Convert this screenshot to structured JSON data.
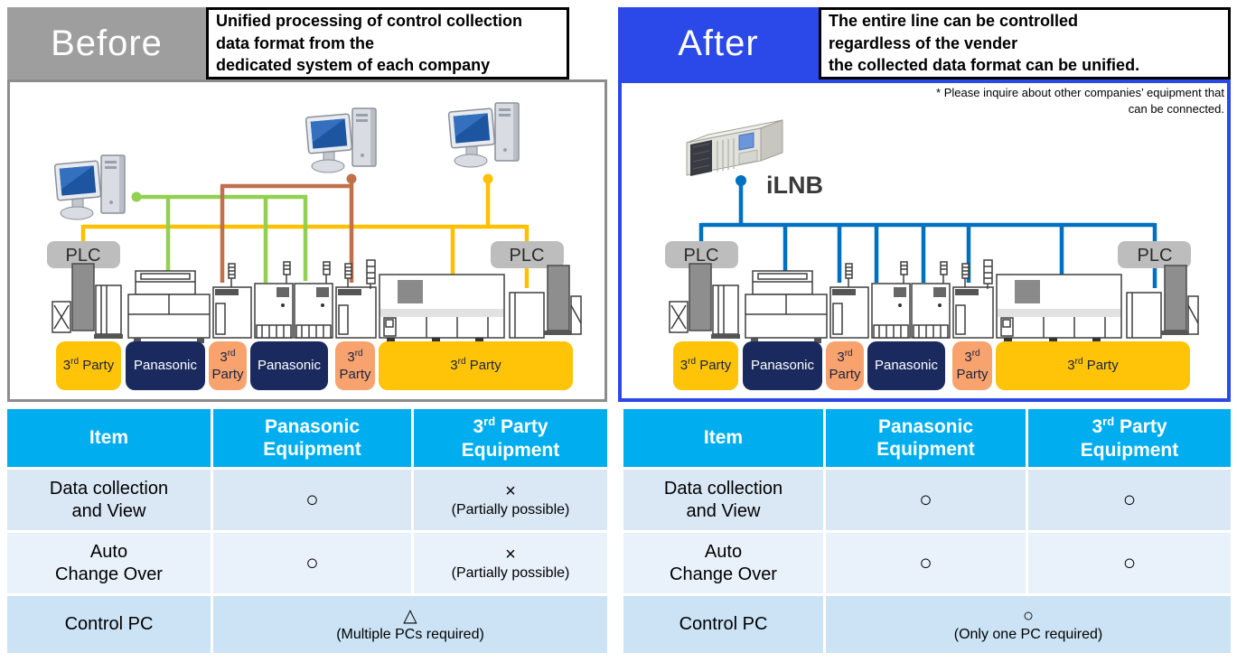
{
  "before": {
    "title": "Before",
    "headline_lines": [
      "Unified processing of control collection",
      "data format from the",
      " dedicated system of each company"
    ]
  },
  "after": {
    "title": "After",
    "headline_lines": [
      "The entire line can be controlled",
      "regardless of the vender",
      "the collected data format can be unified."
    ],
    "note_lines": [
      "* Please inquire about other companies’ equipment that",
      "can be connected."
    ],
    "device_label": "iLNB"
  },
  "diagram": {
    "plc_label": "PLC",
    "icons": [
      "desktop-computer-icon",
      "ilnb-server-icon",
      "smt-machine-line-icon"
    ]
  },
  "equipment_labels": [
    {
      "prefix": "3",
      "sup": "rd",
      "rest": " Party",
      "style": "yellow"
    },
    {
      "text": "Panasonic",
      "style": "navy"
    },
    {
      "prefix": "3",
      "sup": "rd",
      "rest": "Party",
      "style": "salmon"
    },
    {
      "text": "Panasonic",
      "style": "navy"
    },
    {
      "prefix": "3",
      "sup": "rd",
      "rest": "Party",
      "style": "salmon"
    },
    {
      "prefix": "3",
      "sup": "rd",
      "rest": " Party",
      "style": "yellow"
    }
  ],
  "comparison_tables": {
    "header": {
      "item": "Item",
      "col2_line1": "Panasonic",
      "col2_line2": "Equipment",
      "col3_prefix": "3",
      "col3_sup": "rd",
      "col3_rest": " Party",
      "col3_line2": "Equipment"
    },
    "before": {
      "rows": [
        {
          "item_line1": "Data collection",
          "item_line2": "and View",
          "panasonic": "○",
          "third": "×",
          "third_note": "(Partially possible)"
        },
        {
          "item_line1": "Auto",
          "item_line2": "Change Over",
          "panasonic": "○",
          "third": "×",
          "third_note": "(Partially possible)"
        },
        {
          "item_line1": "Control PC",
          "merged_mark": "△",
          "merged_note": "(Multiple PCs required)"
        }
      ]
    },
    "after": {
      "rows": [
        {
          "item_line1": "Data collection",
          "item_line2": "and View",
          "panasonic": "○",
          "third": "○"
        },
        {
          "item_line1": "Auto",
          "item_line2": "Change Over",
          "panasonic": "○",
          "third": "○"
        },
        {
          "item_line1": "Control PC",
          "merged_mark": "○",
          "merged_note": "(Only one PC required)"
        }
      ]
    }
  },
  "colors": {
    "table_header_cyan": "#00AEEF",
    "after_blue": "#2B48E8",
    "before_gray": "#9E9E9E",
    "navy": "#1A2A5E",
    "yellow": "#FFC408",
    "salmon": "#F8A26E",
    "line_green": "#92D050",
    "line_brown": "#C0714C",
    "line_yellow": "#FFC000",
    "line_blue": "#0070C0",
    "plc_gray": "#BDBDBD"
  }
}
